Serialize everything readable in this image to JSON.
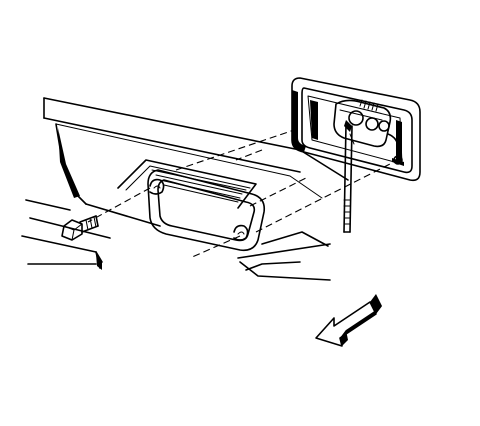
{
  "figure": {
    "parts": [
      "tailgate-panel",
      "handle-pocket-opening",
      "handle-gasket",
      "handle-assembly",
      "lock-rod",
      "retaining-bolt",
      "view-direction-arrow"
    ]
  }
}
